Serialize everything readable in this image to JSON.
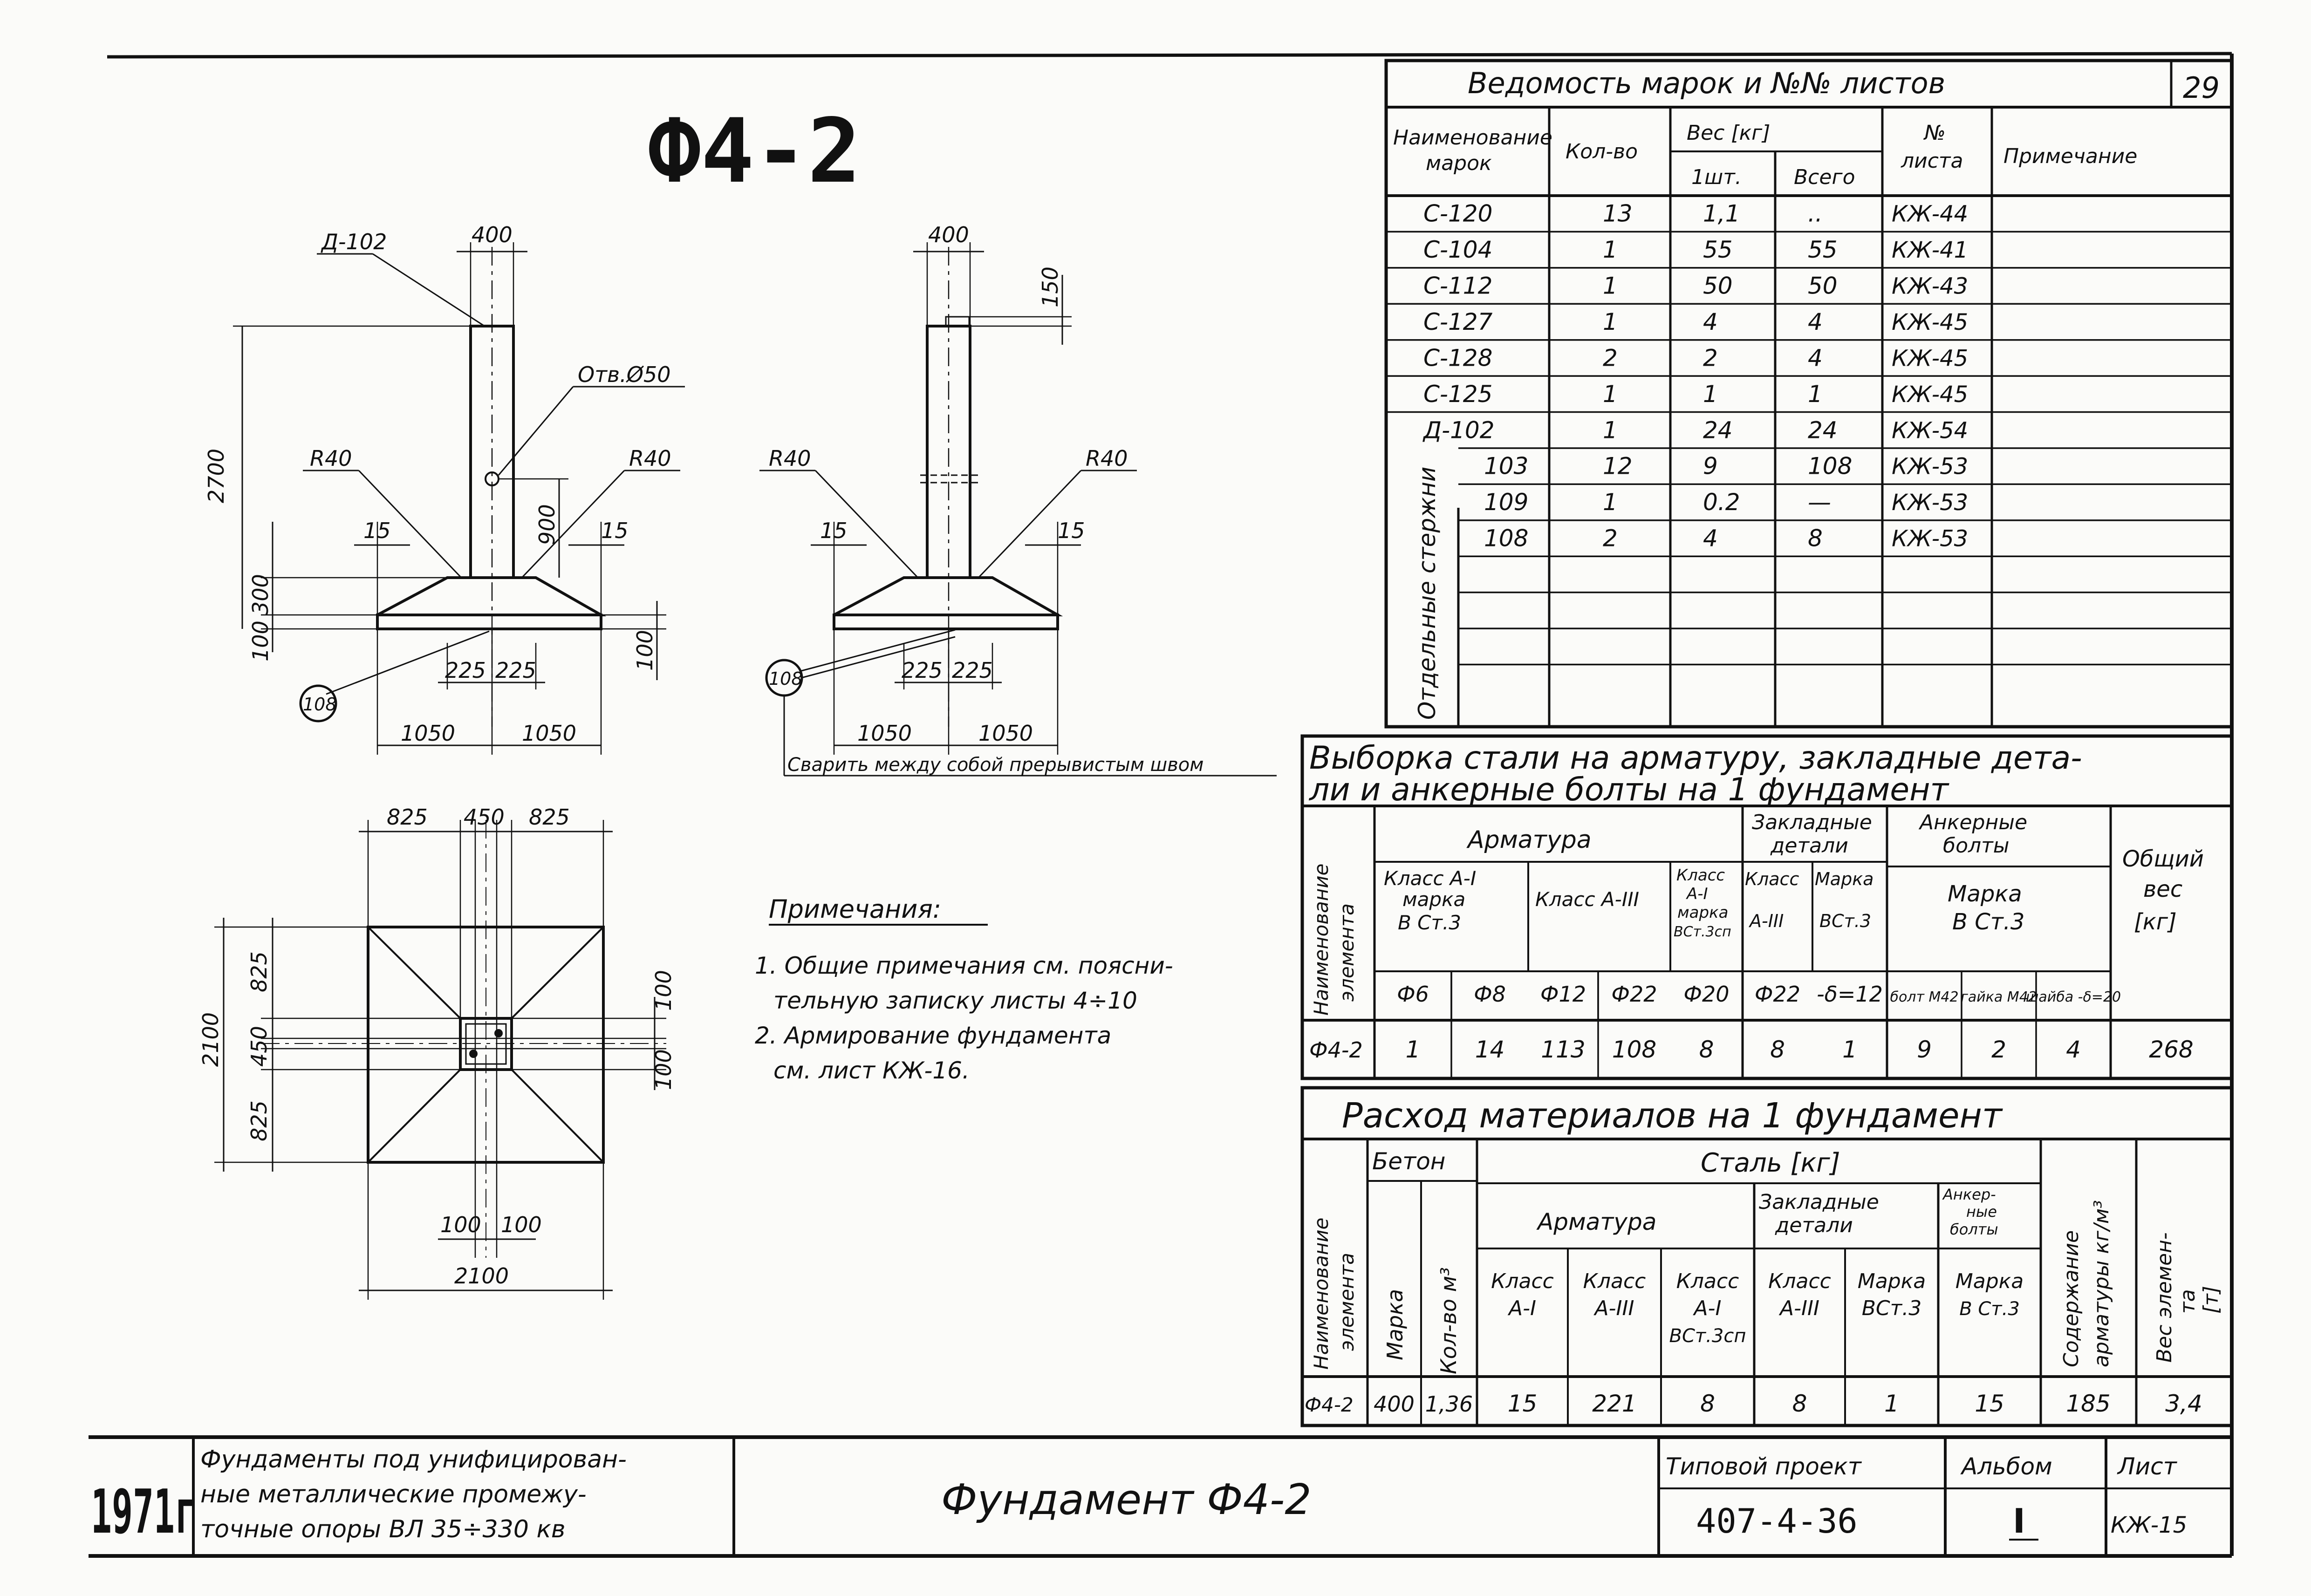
{
  "page_number": "29",
  "drawing": {
    "title": "Ф4-2",
    "front_view": {
      "top_width": "400",
      "height_total": "2700",
      "hole_height": "900",
      "base_layers": [
        "300",
        "100"
      ],
      "side_offset": "15",
      "side_offset_right": "15",
      "base_thickness": "100",
      "half_widths": [
        "1050",
        "1050"
      ],
      "center_halves": [
        "225",
        "225"
      ],
      "radius_left": "R40",
      "radius_right": "R40",
      "hole_label": "Отв.Ø50",
      "part_label": "Д-102",
      "bar_label": "108"
    },
    "side_view": {
      "top_width": "400",
      "top_dim": "150",
      "side_offset": "15",
      "side_offset_right": "15",
      "radius_left": "R40",
      "radius_right": "R40",
      "half_widths": [
        "1050",
        "1050"
      ],
      "center_halves": [
        "225",
        "225"
      ],
      "bar_label": "108",
      "weld_note": "Сварить между собой прерывистым швом"
    },
    "plan_view": {
      "top_dims": [
        "825",
        "450",
        "825"
      ],
      "left_dims": [
        "825",
        "450",
        "825"
      ],
      "total_left": "2100",
      "right_dims": [
        "100",
        "100"
      ],
      "bottom_dims": [
        "100",
        "100"
      ],
      "total_bottom": "2100"
    }
  },
  "notes": {
    "heading": "Примечания:",
    "lines": [
      "1. Общие примечания см. поясни-",
      "тельную записку листы 4÷10",
      "2. Армирование фундамента",
      "см. лист КЖ-16."
    ]
  },
  "marks_table": {
    "title": "Ведомость марок и №№ листов",
    "headers": {
      "name": [
        "Наименование",
        "марок"
      ],
      "qty": "Кол-во",
      "weight": "Вес [кг]",
      "per_unit": "1шт.",
      "total": "Всего",
      "sheet": [
        "№",
        "листа"
      ],
      "note": "Примечание"
    },
    "group_label": "Отдельные стержни",
    "rows": [
      {
        "name": "С-120",
        "qty": "13",
        "unit": "1,1",
        "total": "..",
        "sheet": "КЖ-44"
      },
      {
        "name": "С-104",
        "qty": "1",
        "unit": "55",
        "total": "55",
        "sheet": "КЖ-41"
      },
      {
        "name": "С-112",
        "qty": "1",
        "unit": "50",
        "total": "50",
        "sheet": "КЖ-43"
      },
      {
        "name": "С-127",
        "qty": "1",
        "unit": "4",
        "total": "4",
        "sheet": "КЖ-45"
      },
      {
        "name": "С-128",
        "qty": "2",
        "unit": "2",
        "total": "4",
        "sheet": "КЖ-45"
      },
      {
        "name": "С-125",
        "qty": "1",
        "unit": "1",
        "total": "1",
        "sheet": "КЖ-45"
      },
      {
        "name": "Д-102",
        "qty": "1",
        "unit": "24",
        "total": "24",
        "sheet": "КЖ-54"
      }
    ],
    "group_rows": [
      {
        "name": "103",
        "qty": "12",
        "unit": "9",
        "total": "108",
        "sheet": "КЖ-53"
      },
      {
        "name": "109",
        "qty": "1",
        "unit": "0.2",
        "total": "—",
        "sheet": "КЖ-53"
      },
      {
        "name": "108",
        "qty": "2",
        "unit": "4",
        "total": "8",
        "sheet": "КЖ-53"
      }
    ]
  },
  "steel_table": {
    "title": [
      "Выборка стали на арматуру, закладные дета-",
      "ли и анкерные болты на 1 фундамент"
    ],
    "row_header": [
      "Наименование",
      "элемента"
    ],
    "armatura": "Арматура",
    "embedded": [
      "Закладные",
      "детали"
    ],
    "anchor": [
      "Анкерные",
      "болты"
    ],
    "total": [
      "Общий",
      "вес",
      "[кг]"
    ],
    "class_a1": [
      "Класс А-I",
      "марка",
      "В Ст.3"
    ],
    "class_a3": "Класс А-III",
    "class_a1b": [
      "Класс",
      "А-I",
      "марка",
      "ВСт.3сп"
    ],
    "emb_class": [
      "Класс",
      "А-III"
    ],
    "emb_mark": [
      "Марка",
      "ВСт.3"
    ],
    "anchor_mark": [
      "Марка",
      "В Ст.3"
    ],
    "sizes": [
      "Ф6",
      "Ф8",
      "Ф12",
      "Ф22",
      "Ф20",
      "Ф22",
      "-δ=12",
      "болт М42",
      "гайка М42",
      "шайба -δ=20"
    ],
    "row": {
      "name": "Ф4-2",
      "values": [
        "1",
        "14",
        "113",
        "108",
        "8",
        "8",
        "1",
        "9",
        "2",
        "4"
      ],
      "total": "268"
    }
  },
  "materials_table": {
    "title": "Расход материалов на 1 фундамент",
    "row_header": [
      "Наименование",
      "элемента"
    ],
    "concrete": "Бетон",
    "mark": "Марка",
    "volume": "Кол-во м³",
    "steel": "Сталь [кг]",
    "armatura": "Арматура",
    "embedded": [
      "Закладные",
      "детали"
    ],
    "anchor": [
      "Анкер-",
      "ные",
      "болты"
    ],
    "cols": [
      [
        "Класс",
        "А-I"
      ],
      [
        "Класс",
        "А-III"
      ],
      [
        "Класс",
        "А-I",
        "ВСт.3сп"
      ],
      [
        "Класс",
        "А-III"
      ],
      [
        "Марка",
        "ВСт.3"
      ],
      [
        "Марка",
        "В Ст.3"
      ]
    ],
    "content": [
      "Содержание",
      "арматуры кг/м³"
    ],
    "weight": [
      "Вес элемен-",
      "та",
      "[т]"
    ],
    "row": {
      "name": "Ф4-2",
      "mark": "400",
      "volume": "1,36",
      "values": [
        "15",
        "221",
        "8",
        "8",
        "1",
        "15"
      ],
      "content": "185",
      "weight": "3,4"
    }
  },
  "title_block": {
    "year": "1971г",
    "description": [
      "Фундаменты под унифицирован-",
      "ные металлические промежу-",
      "точные опоры ВЛ 35÷330 кв"
    ],
    "title": "Фундамент Ф4-2",
    "project_label": "Типовой проект",
    "project_number": "407-4-36",
    "album_label": "Альбом",
    "album_number": "I",
    "sheet_label": "Лист",
    "sheet_number": "КЖ-15"
  }
}
